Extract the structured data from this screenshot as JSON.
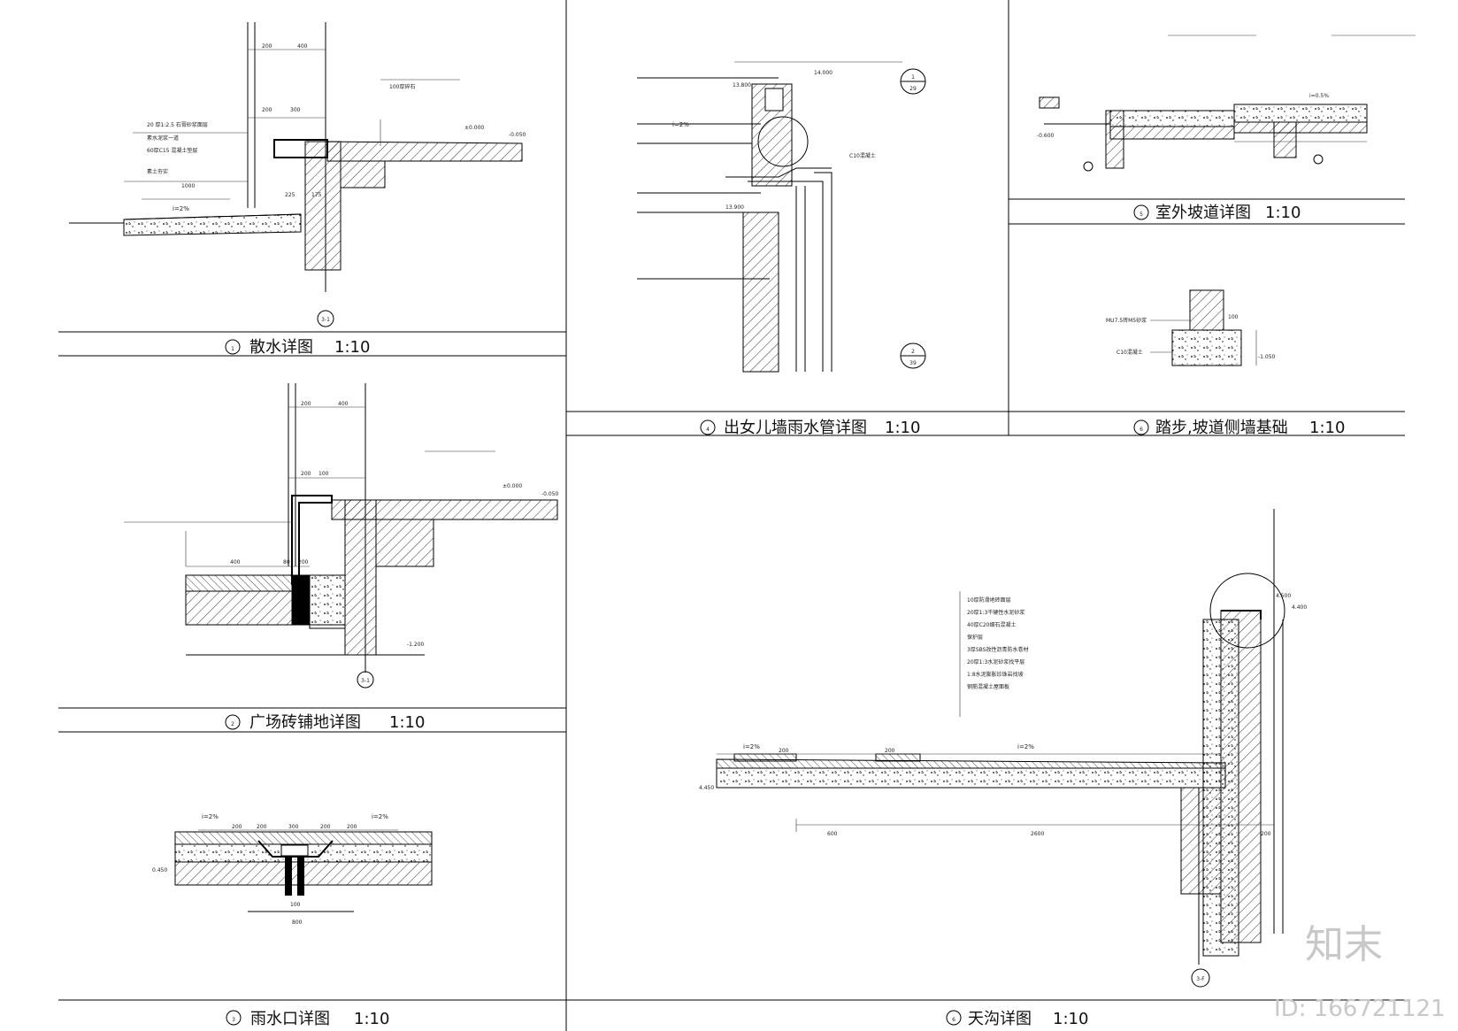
{
  "titles": {
    "d1": {
      "num": "1",
      "text": "散水详图",
      "scale": "1:10"
    },
    "d2": {
      "num": "2",
      "text": "广场砖铺地详图",
      "scale": "1:10"
    },
    "d3": {
      "num": "3",
      "text": "雨水口详图",
      "scale": "1:10"
    },
    "d4": {
      "num": "4",
      "text": "出女儿墙雨水管详图",
      "scale": "1:10"
    },
    "d5": {
      "num": "5",
      "text": "室外坡道详图",
      "scale": "1:10"
    },
    "d6": {
      "num": "6",
      "text": "踏步,坡道侧墙基础",
      "scale": "1:10"
    },
    "d7": {
      "num": "6",
      "text": "天沟详图",
      "scale": "1:10"
    }
  },
  "d1": {
    "dims_top": [
      "200",
      "400"
    ],
    "dims_mid": [
      "200",
      "300"
    ],
    "dims_low": [
      "1000",
      "225",
      "175"
    ],
    "slope": "i=2%",
    "elevation": "±0.000",
    "elevation2": "-0.050",
    "axis": "3-1",
    "notes": [
      "20 厚1:2.5 石膏砂浆面层",
      "素水泥浆一道",
      "60厚C15 混凝土垫层",
      "素土夯实",
      "100厚碎石"
    ]
  },
  "d2": {
    "dims_top": [
      "200",
      "400"
    ],
    "dims_mid": [
      "200",
      "100"
    ],
    "dims_low": [
      "400",
      "80",
      "200"
    ],
    "elevation": "±0.000",
    "elevation2": "-0.050",
    "elevation3": "-1.200",
    "axis": "3-1"
  },
  "d3": {
    "slope_l": "i=2%",
    "slope_r": "i=2%",
    "dims": [
      "200",
      "200",
      "300",
      "200",
      "200"
    ],
    "dim_bottom": "800",
    "dim_mid": "100",
    "elevation": "0.450"
  },
  "d4": {
    "slope": "i=2%",
    "ref_top": {
      "a": "1",
      "b": "29"
    },
    "ref_bot": {
      "a": "2",
      "b": "39"
    },
    "elev1": "13.800",
    "elev2": "13.900",
    "elev3": "14.000",
    "label_c10": "C10混凝土"
  },
  "d5": {
    "elevation": "-0.600",
    "slope": "i=0.5%"
  },
  "d6": {
    "label_mu": "MU7.5砖M5砂浆",
    "label_c10": "C10混凝土",
    "dim": "100",
    "elevation": "-1.050"
  },
  "d7": {
    "slope1": "i=2%",
    "slope2": "i=2%",
    "dim_200a": "200",
    "dim_200b": "200",
    "dim_600": "600",
    "dim_2600": "2600",
    "dim_200c": "200",
    "elev_left": "4.450",
    "elev_right": "4.400",
    "elev_top": "4.500",
    "axis": "3-F",
    "notes": [
      "10厚防滑地砖面层",
      "20厚1:3干硬性水泥砂浆",
      "40厚C20细石混凝土",
      "保护层",
      "3厚SBS改性沥青防水卷材",
      "20厚1:3水泥砂浆找平层",
      "1:8水泥膨胀珍珠岩找坡",
      "钢筋混凝土屋面板"
    ]
  },
  "watermark": {
    "logo": "知末",
    "id": "ID: 166721121"
  }
}
